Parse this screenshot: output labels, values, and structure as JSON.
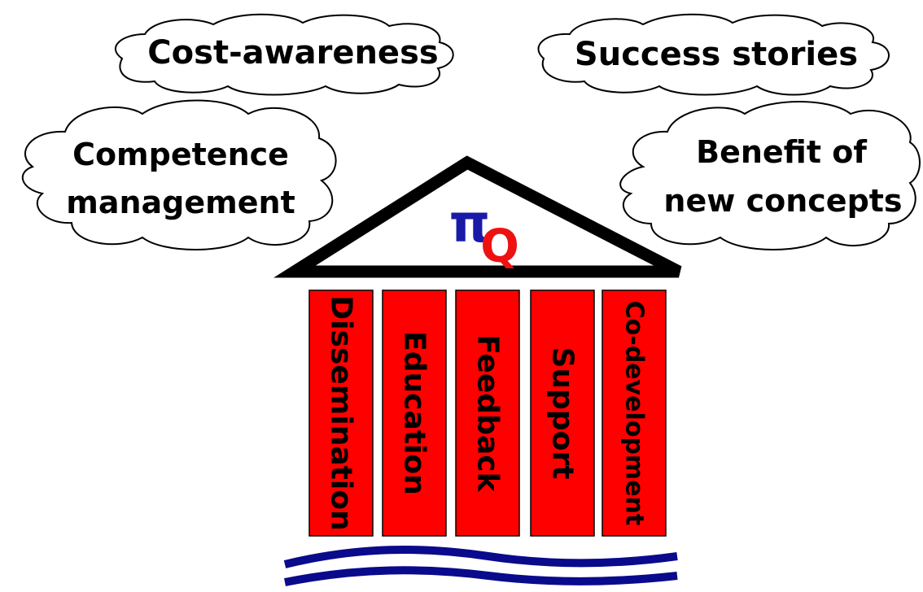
{
  "clouds": [
    {
      "lines": [
        "Cost-awareness"
      ]
    },
    {
      "lines": [
        "Success stories"
      ]
    },
    {
      "lines": [
        "Competence",
        "management"
      ]
    },
    {
      "lines": [
        "Benefit of",
        "new concepts"
      ]
    }
  ],
  "logo": {
    "pi": "π",
    "q": "Q",
    "pi_color": "#1a1aa8",
    "q_color": "#ee1111"
  },
  "pillars": [
    {
      "label": "Dissemination"
    },
    {
      "label": "Education"
    },
    {
      "label": "Feedback"
    },
    {
      "label": "Support"
    },
    {
      "label": "Co-development"
    }
  ],
  "colors": {
    "pillar_fill": "#ff0000",
    "water": "#0a0a8c",
    "roof": "#000000"
  }
}
